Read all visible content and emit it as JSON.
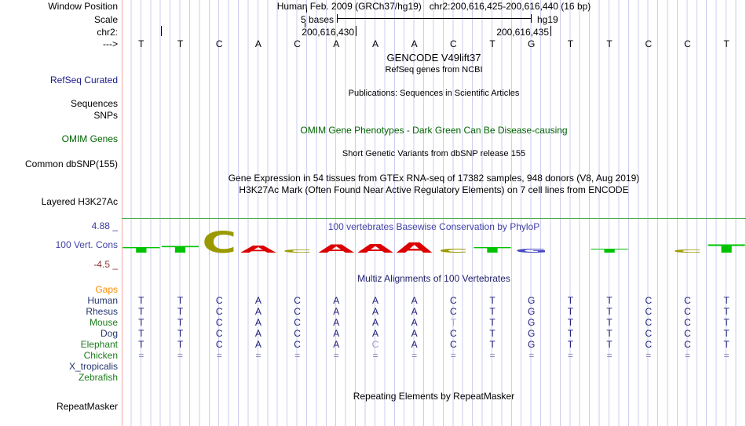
{
  "colors": {
    "navy": "#26366E",
    "green": "#1E7D1E",
    "orange": "#FF8C00",
    "aln_navy": "#1C1C78",
    "muted": "#9B9BCB",
    "equals": "#8383BB",
    "grid": "#CDCDF0",
    "edge_pink": "#F4A9A9",
    "title_blue": "#4141A5",
    "max_blue": "#3A3A9E",
    "min_maroon": "#8B3A3A",
    "omim_green": "#006400",
    "refseq_navy": "#1A1A8C",
    "h3k27_line": "#4CAE4C"
  },
  "header": {
    "title": "Human Feb. 2009 (GRCh37/hg19)   chr2:200,616,425-200,616,440 (16 bp)"
  },
  "left_labels": {
    "window_position": "Window Position",
    "scale": "Scale",
    "chr_prefix": "chr2:",
    "arrow": "--->",
    "refseq_curated": "RefSeq Curated",
    "sequences": "Sequences",
    "snps": "SNPs",
    "omim_genes": "OMIM Genes",
    "common_dbsnp": "Common dbSNP(155)",
    "layered_h3k27ac": "Layered H3K27Ac",
    "cons_max": "4.88 _",
    "vert_cons": "100 Vert. Cons",
    "cons_min": "-4.5 _",
    "repeatmasker": "RepeatMasker"
  },
  "scale_row": {
    "scale_text": "5 bases",
    "assembly": "hg19"
  },
  "position_row": {
    "left_number": "200,616,430",
    "right_number": "200,616,435"
  },
  "track_titles": {
    "gencode": "GENCODE V49lift37",
    "gencode_sub": "RefSeq genes from NCBI",
    "publications": "Publications: Sequences in Scientific Articles",
    "omim": "OMIM Gene Phenotypes - Dark Green Can Be Disease-causing",
    "dbsnp": "Short Genetic Variants from dbSNP release 155",
    "gtex": "Gene Expression in 54 tissues from GTEx RNA-seq of 17382 samples, 948 donors (V8, Aug 2019)",
    "h3k27ac": "H3K27Ac Mark (Often Found Near Active Regulatory Elements) on 7 cell lines from ENCODE",
    "conservation": "100 vertebrates Basewise Conservation by PhyloP",
    "multiz": "Multiz Alignments of 100 Vertebrates",
    "repeatmasker": "Repeating Elements by RepeatMasker"
  },
  "chart_data": {
    "type": "genome-browser-tracks",
    "assembly": "hg19",
    "position": "chr2:200,616,425-200,616,440",
    "span_bp": 16,
    "scale_bar": {
      "label": "5 bases",
      "bases": 5
    },
    "ruler_tick_labels": [
      "200,616,430",
      "200,616,435"
    ],
    "reference_sequence": [
      "T",
      "T",
      "C",
      "A",
      "C",
      "A",
      "A",
      "A",
      "C",
      "T",
      "G",
      "T",
      "T",
      "C",
      "C",
      "T"
    ],
    "phylop": {
      "title": "100 vertebrates Basewise Conservation by PhyloP",
      "ylim": [
        -4.5,
        4.88
      ],
      "logo_colors": {
        "A": "#DC0000",
        "C": "#9A9A00",
        "G": "#4747C2",
        "T": "#00C200"
      },
      "glyphs": [
        {
          "base": "T",
          "h": 7,
          "w": 48
        },
        {
          "base": "T",
          "h": 8,
          "w": 48
        },
        {
          "base": "C",
          "h": 27,
          "w": 44
        },
        {
          "base": "A",
          "h": 9,
          "w": 46
        },
        {
          "base": "C",
          "h": 4,
          "w": 38
        },
        {
          "base": "A",
          "h": 10,
          "w": 46
        },
        {
          "base": "A",
          "h": 11,
          "w": 46
        },
        {
          "base": "A",
          "h": 13,
          "w": 46
        },
        {
          "base": "C",
          "h": 5,
          "w": 38
        },
        {
          "base": "T",
          "h": 7,
          "w": 48
        },
        {
          "base": "G",
          "h": 5,
          "w": 42
        },
        {
          "base": "",
          "h": 0,
          "w": 0
        },
        {
          "base": "T",
          "h": 5,
          "w": 48
        },
        {
          "base": "",
          "h": 0,
          "w": 0
        },
        {
          "base": "C",
          "h": 4,
          "w": 38
        },
        {
          "base": "T",
          "h": 10,
          "w": 48
        }
      ]
    },
    "multiz": {
      "title": "Multiz Alignments of 100 Vertebrates",
      "rows": [
        {
          "name": "Gaps",
          "label_color": "orange",
          "bases": "",
          "muted": []
        },
        {
          "name": "Human",
          "label_color": "navy",
          "bases": "TTCACAAACTGTTCCT",
          "muted": []
        },
        {
          "name": "Rhesus",
          "label_color": "navy",
          "bases": "TTCACAAACTGTTCCT",
          "muted": []
        },
        {
          "name": "Mouse",
          "label_color": "green",
          "bases": "TTCACAAATTGTTCCT",
          "muted": [
            8
          ]
        },
        {
          "name": "Dog",
          "label_color": "navy",
          "bases": "TTCACAAACTGTTCCT",
          "muted": []
        },
        {
          "name": "Elephant",
          "label_color": "green",
          "bases": "TTCACACACTGTTCCT",
          "muted": [
            6
          ]
        },
        {
          "name": "Chicken",
          "label_color": "green",
          "bases": "================",
          "muted": []
        },
        {
          "name": "X_tropicalis",
          "label_color": "navy",
          "bases": "",
          "muted": []
        },
        {
          "name": "Zebrafish",
          "label_color": "green",
          "bases": "",
          "muted": []
        }
      ]
    }
  }
}
